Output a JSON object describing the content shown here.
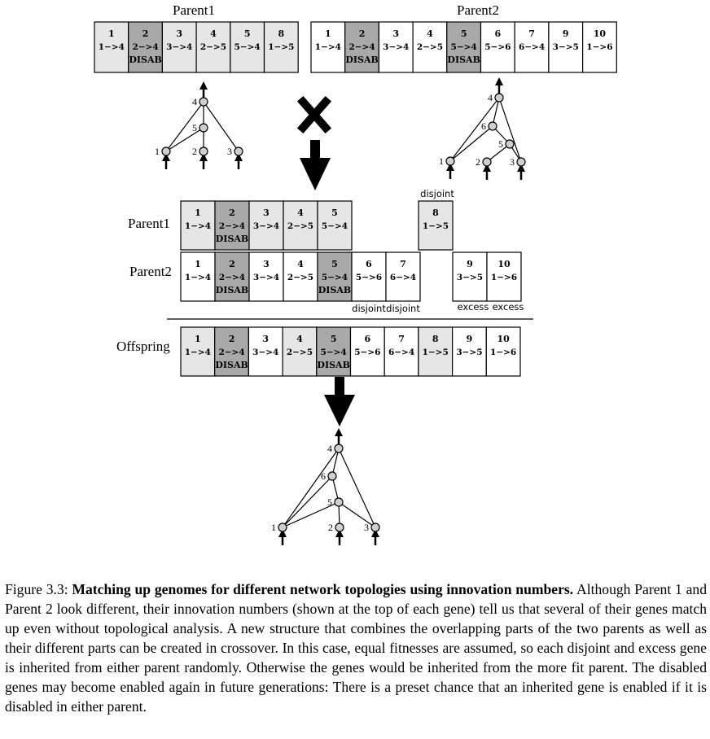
{
  "figure": {
    "top_labels": {
      "parent1": "Parent1",
      "parent2": "Parent2"
    },
    "row_labels": {
      "parent1": "Parent1",
      "parent2": "Parent2",
      "offspring": "Offspring"
    },
    "disabled_text": "DISAB",
    "crossover_icon": "x-cross-icon",
    "parent1_genome": [
      {
        "innov": "1",
        "conn": "1−>4",
        "disabled": false
      },
      {
        "innov": "2",
        "conn": "2−>4",
        "disabled": true
      },
      {
        "innov": "3",
        "conn": "3−>4",
        "disabled": false
      },
      {
        "innov": "4",
        "conn": "2−>5",
        "disabled": false
      },
      {
        "innov": "5",
        "conn": "5−>4",
        "disabled": false
      },
      {
        "innov": "8",
        "conn": "1−>5",
        "disabled": false
      }
    ],
    "parent2_genome": [
      {
        "innov": "1",
        "conn": "1−>4",
        "disabled": false
      },
      {
        "innov": "2",
        "conn": "2−>4",
        "disabled": true
      },
      {
        "innov": "3",
        "conn": "3−>4",
        "disabled": false
      },
      {
        "innov": "4",
        "conn": "2−>5",
        "disabled": false
      },
      {
        "innov": "5",
        "conn": "5−>4",
        "disabled": true
      },
      {
        "innov": "6",
        "conn": "5−>6",
        "disabled": false
      },
      {
        "innov": "7",
        "conn": "6−>4",
        "disabled": false
      },
      {
        "innov": "9",
        "conn": "3−>5",
        "disabled": false
      },
      {
        "innov": "10",
        "conn": "1−>6",
        "disabled": false
      }
    ],
    "aligned_parent1": [
      {
        "innov": "1",
        "conn": "1−>4",
        "disabled": false
      },
      {
        "innov": "2",
        "conn": "2−>4",
        "disabled": true
      },
      {
        "innov": "3",
        "conn": "3−>4",
        "disabled": false
      },
      {
        "innov": "4",
        "conn": "2−>5",
        "disabled": false
      },
      {
        "innov": "5",
        "conn": "5−>4",
        "disabled": false
      }
    ],
    "aligned_parent1_extra": {
      "innov": "8",
      "conn": "1−>5",
      "disabled": false
    },
    "aligned_parent2": [
      {
        "innov": "1",
        "conn": "1−>4",
        "disabled": false
      },
      {
        "innov": "2",
        "conn": "2−>4",
        "disabled": true
      },
      {
        "innov": "3",
        "conn": "3−>4",
        "disabled": false
      },
      {
        "innov": "4",
        "conn": "2−>5",
        "disabled": false
      },
      {
        "innov": "5",
        "conn": "5−>4",
        "disabled": true
      },
      {
        "innov": "6",
        "conn": "5−>6",
        "disabled": false
      },
      {
        "innov": "7",
        "conn": "6−>4",
        "disabled": false
      }
    ],
    "aligned_parent2_excess": [
      {
        "innov": "9",
        "conn": "3−>5",
        "disabled": false
      },
      {
        "innov": "10",
        "conn": "1−>6",
        "disabled": false
      }
    ],
    "offspring_genome": [
      {
        "innov": "1",
        "conn": "1−>4",
        "disabled": false,
        "from": "p1"
      },
      {
        "innov": "2",
        "conn": "2−>4",
        "disabled": true,
        "from": "p1"
      },
      {
        "innov": "3",
        "conn": "3−>4",
        "disabled": false,
        "from": "p2"
      },
      {
        "innov": "4",
        "conn": "2−>5",
        "disabled": false,
        "from": "p1"
      },
      {
        "innov": "5",
        "conn": "5−>4",
        "disabled": true,
        "from": "p2"
      },
      {
        "innov": "6",
        "conn": "5−>6",
        "disabled": false,
        "from": "p2"
      },
      {
        "innov": "7",
        "conn": "6−>4",
        "disabled": false,
        "from": "p2"
      },
      {
        "innov": "8",
        "conn": "1−>5",
        "disabled": false,
        "from": "p1"
      },
      {
        "innov": "9",
        "conn": "3−>5",
        "disabled": false,
        "from": "p2"
      },
      {
        "innov": "10",
        "conn": "1−>6",
        "disabled": false,
        "from": "p2"
      }
    ],
    "annotations": {
      "disjoint_top": "disjoint",
      "disjoint_1": "disjoint",
      "disjoint_2": "disjoint",
      "excess_1": "excess",
      "excess_2": "excess"
    },
    "colors": {
      "light": "#e6e6e6",
      "dark": "#a9a9a9",
      "white": "#ffffff",
      "node": "#cfcfcf"
    },
    "networks": {
      "parent1": {
        "nodes": [
          "1",
          "2",
          "3",
          "4",
          "5"
        ],
        "edges": [
          [
            "1",
            "4"
          ],
          [
            "1",
            "5"
          ],
          [
            "2",
            "5"
          ],
          [
            "3",
            "4"
          ],
          [
            "5",
            "4"
          ]
        ]
      },
      "parent2": {
        "nodes": [
          "1",
          "2",
          "3",
          "4",
          "5",
          "6"
        ],
        "edges": [
          [
            "1",
            "4"
          ],
          [
            "1",
            "6"
          ],
          [
            "2",
            "5"
          ],
          [
            "3",
            "4"
          ],
          [
            "3",
            "5"
          ],
          [
            "5",
            "6"
          ],
          [
            "6",
            "4"
          ]
        ]
      },
      "offspring": {
        "nodes": [
          "1",
          "2",
          "3",
          "4",
          "5",
          "6"
        ],
        "edges": [
          [
            "1",
            "4"
          ],
          [
            "1",
            "5"
          ],
          [
            "1",
            "6"
          ],
          [
            "2",
            "5"
          ],
          [
            "3",
            "4"
          ],
          [
            "3",
            "5"
          ],
          [
            "5",
            "6"
          ],
          [
            "6",
            "4"
          ]
        ]
      }
    }
  },
  "caption": {
    "label": "Figure 3.3: ",
    "title": "Matching up genomes for different network topologies using innovation numbers.",
    "body": " Although Parent 1 and Parent 2 look different, their innovation numbers (shown at the top of each gene) tell us that several of their genes match up even without topological analysis. A new structure that combines the overlapping parts of the two parents as well as their different parts can be created in crossover. In this case, equal fitnesses are assumed, so each disjoint and excess gene is inherited from either parent randomly. Otherwise the genes would be inherited from the more fit parent. The disabled genes may become enabled again in future generations: There is a preset chance that an inherited gene is enabled if it is disabled in either parent."
  }
}
